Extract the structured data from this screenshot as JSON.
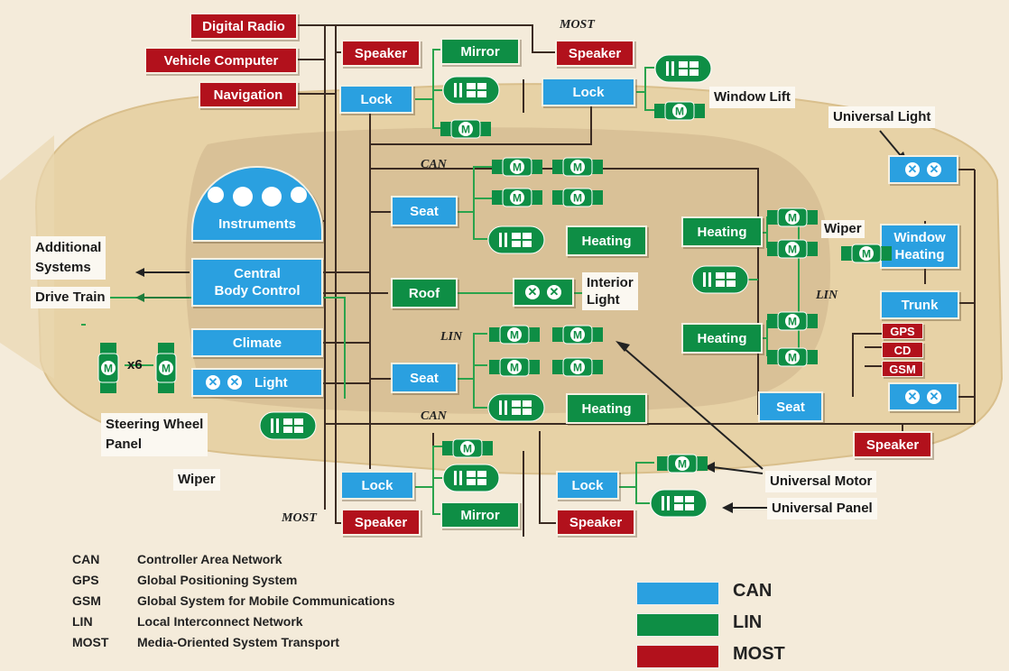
{
  "labels": {
    "most_top": "MOST",
    "most_bottom": "MOST",
    "can_1": "CAN",
    "can_2": "CAN",
    "lin_1": "LIN",
    "lin_2": "LIN",
    "window_lift": "Window Lift",
    "universal_light": "Universal Light",
    "wiper_right": "Wiper",
    "interior_light_1": "Interior",
    "interior_light_2": "Light",
    "additional_systems_1": "Additional",
    "additional_systems_2": "Systems",
    "drive_train": "Drive Train",
    "x6": "x6",
    "steering_1": "Steering Wheel",
    "steering_2": "Panel",
    "wiper_left": "Wiper",
    "universal_motor": "Universal Motor",
    "universal_panel": "Universal Panel"
  },
  "modules": {
    "digital_radio": "Digital Radio",
    "vehicle_computer": "Vehicle Computer",
    "navigation": "Navigation",
    "speaker_tl": "Speaker",
    "mirror_top": "Mirror",
    "speaker_tr": "Speaker",
    "lock_tl": "Lock",
    "lock_tr": "Lock",
    "instruments": "Instruments",
    "seat_upper": "Seat",
    "heating_upper": "Heating",
    "heating_r1": "Heating",
    "window_heating_1": "Window",
    "window_heating_2": "Heating",
    "central_1": "Central",
    "central_2": "Body Control",
    "roof": "Roof",
    "trunk": "Trunk",
    "climate": "Climate",
    "light": "Light",
    "heating_r2": "Heating",
    "gps": "GPS",
    "cd": "CD",
    "gsm": "GSM",
    "seat_lower": "Seat",
    "heating_lower": "Heating",
    "seat_right": "Seat",
    "speaker_right": "Speaker",
    "lock_bl": "Lock",
    "mirror_bottom": "Mirror",
    "lock_bm": "Lock",
    "speaker_bl": "Speaker",
    "speaker_bm": "Speaker"
  },
  "glossary": [
    {
      "abbr": "CAN",
      "text": "Controller Area Network"
    },
    {
      "abbr": "GPS",
      "text": "Global Positioning System"
    },
    {
      "abbr": "GSM",
      "text": "Global System for Mobile Communications"
    },
    {
      "abbr": "LIN",
      "text": "Local Interconnect Network"
    },
    {
      "abbr": "MOST",
      "text": "Media-Oriented System Transport"
    }
  ],
  "legend": [
    {
      "label": "CAN",
      "color": "#2aa0e0"
    },
    {
      "label": "LIN",
      "color": "#0e8e45"
    },
    {
      "label": "MOST",
      "color": "#b2111c"
    }
  ],
  "icon_text": {
    "motor": "M"
  }
}
